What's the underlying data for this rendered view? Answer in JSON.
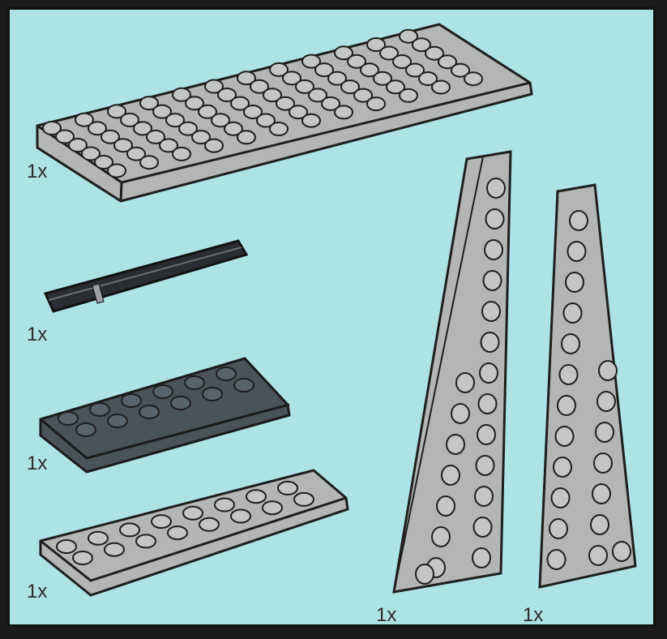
{
  "parts_list": {
    "colors": {
      "background": "#aee3e6",
      "light_gray": "#b4b6b6",
      "dark_gray": "#4a5358",
      "black": "#2a2d31",
      "outline": "#1e1e1e"
    },
    "items": [
      {
        "name": "plate-6x12-light-gray",
        "quantity": "1x",
        "color": "light_gray"
      },
      {
        "name": "axle-black",
        "quantity": "1x",
        "color": "black"
      },
      {
        "name": "plate-2x6-dark-gray",
        "quantity": "1x",
        "color": "dark_gray"
      },
      {
        "name": "plate-2x8-light-gray",
        "quantity": "1x",
        "color": "light_gray"
      },
      {
        "name": "wedge-plate-left-light-gray",
        "quantity": "1x",
        "color": "light_gray"
      },
      {
        "name": "wedge-plate-right-light-gray",
        "quantity": "1x",
        "color": "light_gray"
      }
    ]
  }
}
